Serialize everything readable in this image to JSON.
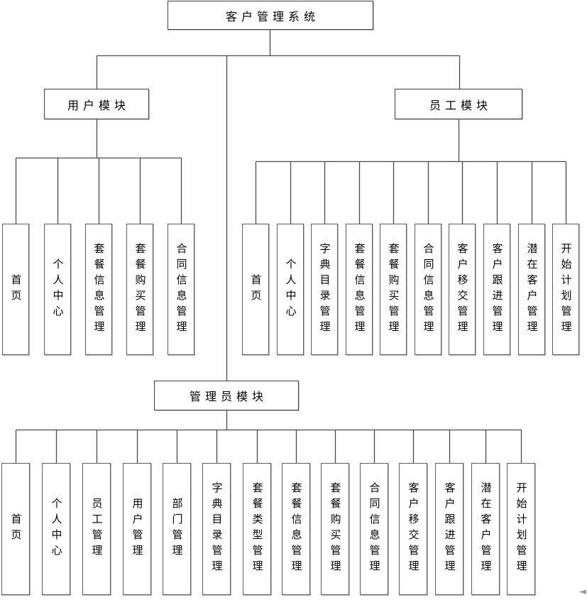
{
  "diagram": {
    "root": {
      "label": "客户管理系统"
    },
    "modules": [
      {
        "label": "用户模块",
        "children": [
          "首页",
          "个人中心",
          "套餐信息管理",
          "套餐购买管理",
          "合同信息管理"
        ]
      },
      {
        "label": "员工模块",
        "children": [
          "首页",
          "个人中心",
          "字典目录管理",
          "套餐信息管理",
          "套餐购买管理",
          "合同信息管理",
          "客户移交管理",
          "客户跟进管理",
          "潜在客户管理",
          "开始计划管理"
        ]
      },
      {
        "label": "管理员模块",
        "children": [
          "首页",
          "个人中心",
          "员工管理",
          "用户管理",
          "部门管理",
          "字典目录管理",
          "套餐类型管理",
          "套餐信息管理",
          "套餐购买管理",
          "合同信息管理",
          "客户移交管理",
          "客户跟进管理",
          "潜在客户管理",
          "开始计划管理"
        ]
      }
    ],
    "colors": {
      "line": "#4a4a4a",
      "box_border": "#5c5c5c",
      "box_fill": "#ffffff",
      "text": "#000000"
    },
    "artifact_glyph": "◄"
  }
}
